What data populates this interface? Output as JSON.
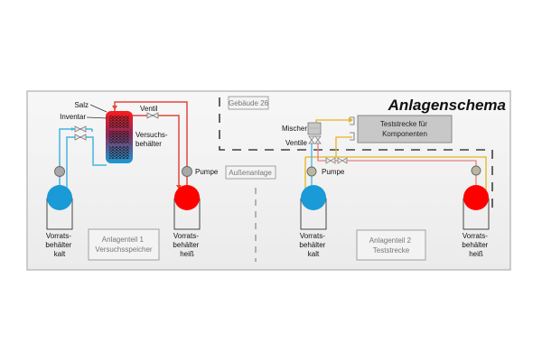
{
  "title": "Anlagenschema",
  "colors": {
    "hot": "#ff0000",
    "cold": "#1a9ad6",
    "cold_pipe": "#45b4e0",
    "hot_pipe": "#e0473f",
    "hot_pipe_light": "#e88080",
    "yellow_pipe": "#e6b422",
    "component_fill": "#c8c8c8",
    "panel_bg": "#f1f1f1",
    "dashed": "#404040"
  },
  "section1": {
    "labels": {
      "salz": "Salz",
      "inventar": "Inventar",
      "ventil": "Ventil",
      "versuchs_line1": "Versuchs-",
      "versuchs_line2": "behälter",
      "pumpe": "Pumpe"
    },
    "tank_cold": [
      "Vorrats-",
      "behälter",
      "kalt"
    ],
    "tank_hot": [
      "Vorrats-",
      "behälter",
      "heiß"
    ],
    "box": [
      "Anlagenteil 1",
      "Versuchsspeicher"
    ]
  },
  "middle": {
    "gebaeude": "Gebäude 26",
    "aussen": "Außenanlage"
  },
  "section2": {
    "labels": {
      "mischer": "Mischer",
      "ventile": "Ventile",
      "pumpe": "Pumpe"
    },
    "teststrecke": [
      "Teststrecke für",
      "Komponenten"
    ],
    "tank_cold": [
      "Vorrats-",
      "behälter",
      "kalt"
    ],
    "tank_hot": [
      "Vorrats-",
      "behälter",
      "heiß"
    ],
    "box": [
      "Anlagenteil 2",
      "Teststrecke"
    ]
  }
}
